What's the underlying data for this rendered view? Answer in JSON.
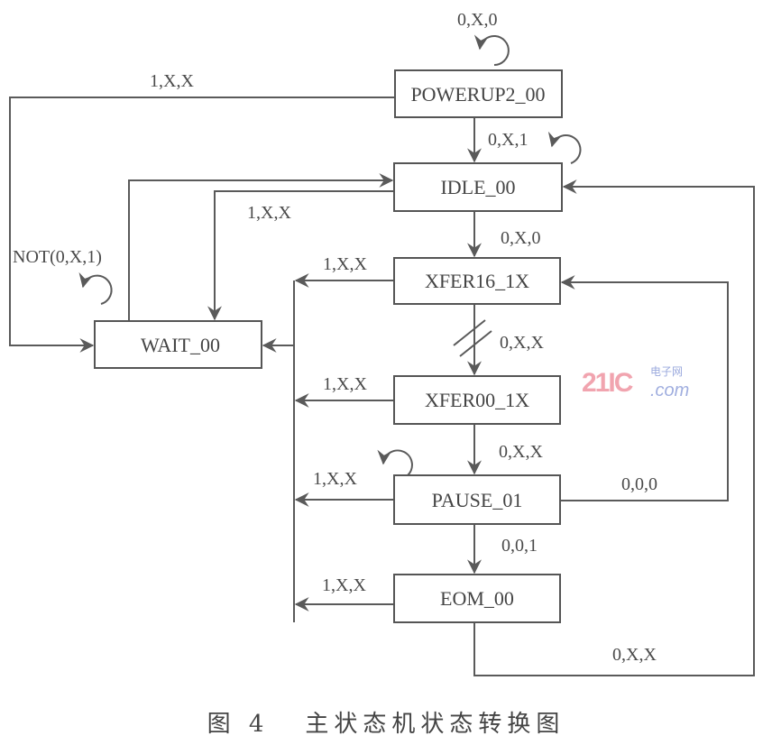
{
  "diagram": {
    "states": {
      "powerup": "POWERUP2_00",
      "idle": "IDLE_00",
      "xfer16": "XFER16_1X",
      "xfer00": "XFER00_1X",
      "pause": "PAUSE_01",
      "eom": "EOM_00",
      "wait": "WAIT_00"
    },
    "transitions": {
      "powerup_self": "0,X,0",
      "powerup_to_wait": "1,X,X",
      "powerup_to_idle": "0,X,1",
      "idle_to_wait": "1,X,X",
      "idle_to_xfer16": "0,X,0",
      "wait_self": "NOT(0,X,1)",
      "xfer16_to_wait": "1,X,X",
      "xfer16_to_xfer00": "0,X,X",
      "xfer00_to_wait": "1,X,X",
      "xfer00_to_pause": "0,X,X",
      "pause_to_wait": "1,X,X",
      "pause_to_xfer16": "0,0,0",
      "pause_to_eom": "0,0,1",
      "eom_to_wait": "1,X,X",
      "eom_to_idle": "0,X,X"
    },
    "colors": {
      "line": "#5a5a5a",
      "text": "#444444",
      "watermark_red": "#e65a6e",
      "watermark_blue": "#788cd2"
    }
  },
  "watermark": {
    "logo": "21IC",
    "chinese": "电子网",
    "domain": ".com"
  },
  "caption": {
    "figure_number": "图 4",
    "title": "主状态机状态转换图"
  }
}
